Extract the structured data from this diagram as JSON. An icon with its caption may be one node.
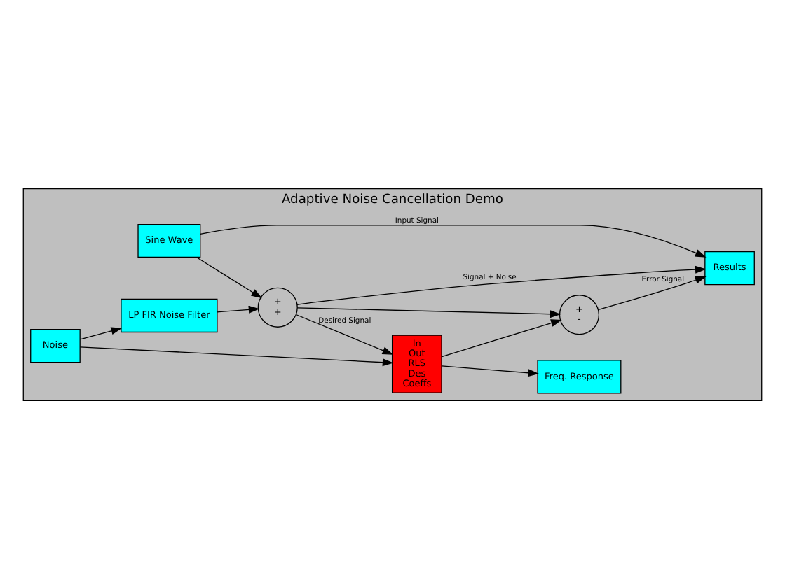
{
  "diagram": {
    "nodes": [
      {
        "text": [
          "Adaptive Noise Cancellation Demo"
        ]
      },
      {
        "text": [
          "Sine Wave"
        ],
        "in": 0
      },
      {
        "text": [
          "Noise"
        ],
        "in": 0
      },
      {
        "text": [
          "LP FIR Noise Filter"
        ],
        "in": 0
      },
      {
        "text": [
          "+",
          "+"
        ],
        "in": 0
      },
      {
        "text": [
          "+",
          "-"
        ],
        "in": 0
      },
      {
        "text": [
          "Results"
        ],
        "in": 0
      },
      {
        "text": [
          "In",
          "Out",
          "RLS",
          "Des",
          "Coeffs"
        ],
        "in": 0
      },
      {
        "text": [
          "Freq. Response"
        ],
        "in": 0
      }
    ],
    "edges": [
      {
        "from": 1,
        "to": 6,
        "arrow": "to",
        "label": "Input Signal"
      },
      {
        "from": 1,
        "to": 4,
        "arrow": "to"
      },
      {
        "from": 2,
        "to": 3,
        "arrow": "to"
      },
      {
        "from": 2,
        "to": 7,
        "arrow": "to"
      },
      {
        "from": 3,
        "to": 4,
        "arrow": "to"
      },
      {
        "from": 4,
        "to": 6,
        "arrow": "to",
        "label": "Signal + Noise"
      },
      {
        "from": 4,
        "to": 5,
        "arrow": "to"
      },
      {
        "from": 4,
        "to": 7,
        "arrow": "to",
        "label": "Desired Signal"
      },
      {
        "from": 7,
        "to": 5,
        "arrow": "to"
      },
      {
        "from": 5,
        "to": 6,
        "arrow": "to",
        "label": "Error Signal"
      },
      {
        "from": 7,
        "to": 8,
        "arrow": "to"
      }
    ]
  }
}
